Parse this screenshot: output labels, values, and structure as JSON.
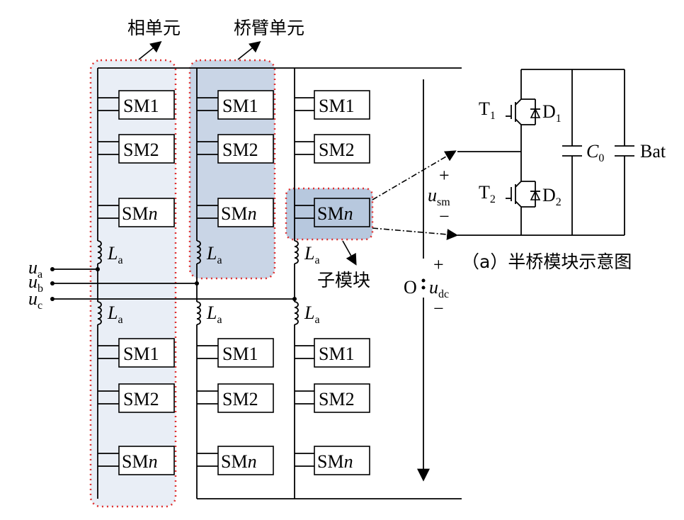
{
  "labels": {
    "phase_unit": "相单元",
    "arm_unit": "桥臂单元",
    "submodule": "子模块",
    "caption": "（a）半桥模块示意图"
  },
  "sm": {
    "sm1": "SM1",
    "sm2": "SM2",
    "sm_prefix": "SM",
    "sm_n": "n"
  },
  "inductor": {
    "L": "L",
    "sub": "a"
  },
  "inputs": [
    {
      "u": "u",
      "sub": "a"
    },
    {
      "u": "u",
      "sub": "b"
    },
    {
      "u": "u",
      "sub": "c"
    }
  ],
  "dc": {
    "u": "u",
    "sub": "dc",
    "plus": "+",
    "minus": "−",
    "mid": "O"
  },
  "halfbridge": {
    "T1": "T",
    "T1_sub": "1",
    "T2": "T",
    "T2_sub": "2",
    "D1": "D",
    "D1_sub": "1",
    "D2": "D",
    "D2_sub": "2",
    "C": "C",
    "C_sub": "0",
    "bat": "Bat",
    "usm": "u",
    "usm_sub": "sm",
    "plus": "+",
    "minus": "−"
  },
  "colors": {
    "region_fill": "#e9eef6",
    "arm_fill": "#c9d5e6",
    "dotted": "#e03030"
  }
}
